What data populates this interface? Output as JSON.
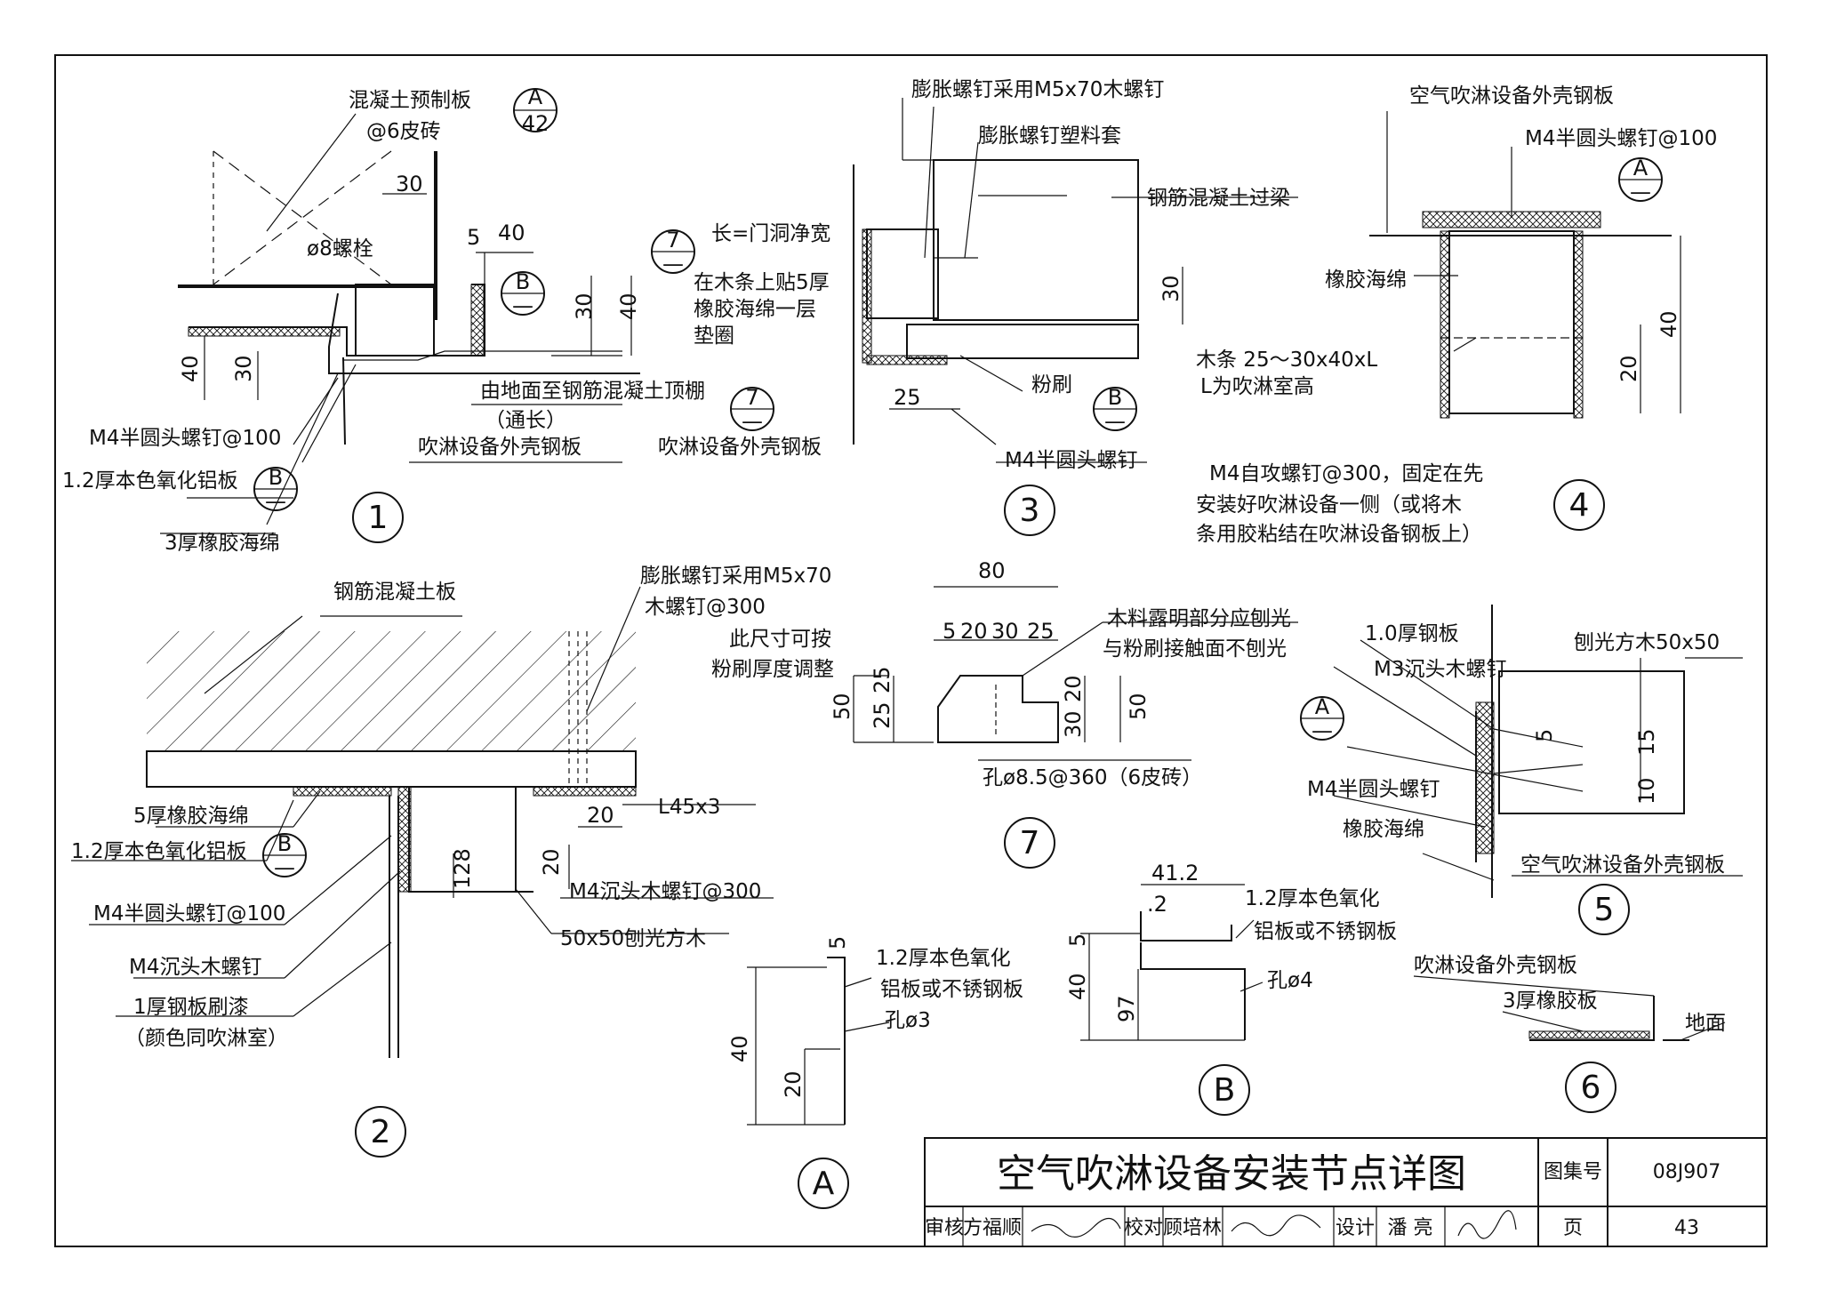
{
  "sheet": {
    "title": "空气吹淋设备安装节点详图",
    "atlas_label": "图集号",
    "atlas_no": "08J907",
    "page_label": "页",
    "page_no": "43",
    "review_label": "审核",
    "reviewer": "方福顺",
    "check_label": "校对",
    "checker": "顾培林",
    "design_label": "设计",
    "designer": "潘 亮"
  },
  "detail1": {
    "num": "1",
    "labels": [
      "混凝土预制板",
      "@6皮砖",
      "ø8螺栓",
      "由地面至钢筋混凝土顶棚",
      "（通长）",
      "M4半圆头螺钉@100",
      "吹淋设备外壳钢板",
      "1.2厚本色氧化铝板",
      "3厚橡胶海绵"
    ],
    "dims": [
      "30",
      "40",
      "30",
      "40",
      "40",
      "30"
    ],
    "refA": {
      "top": "A",
      "bottom": "42"
    },
    "refB": {
      "top": "B",
      "bottom": "—"
    },
    "refB2": {
      "top": "B",
      "bottom": "—"
    },
    "ref7": {
      "top": "7",
      "bottom": "—"
    },
    "dim5": "5"
  },
  "detail2": {
    "num": "2",
    "labels": [
      "钢筋混凝土板",
      "5厚橡胶海绵",
      "1.2厚本色氧化铝板",
      "M4半圆头螺钉@100",
      "M4沉头木螺钉",
      "1厚钢板刷漆",
      "（颜色同吹淋室）",
      "L45x3",
      "M4沉头木螺钉@300",
      "50x50刨光方木",
      "膨胀螺钉采用M5x70",
      "木螺钉@300"
    ],
    "dims": [
      "20",
      "20",
      "128"
    ],
    "refB": {
      "top": "B",
      "bottom": "—"
    }
  },
  "detail3": {
    "num": "3",
    "labels": [
      "膨胀螺钉采用M5x70木螺钉",
      "膨胀螺钉塑料套",
      "钢筋混凝土过梁",
      "长=门洞净宽",
      "在木条上贴5厚",
      "橡胶海绵一层",
      "垫圈",
      "粉刷",
      "吹淋设备外壳钢板",
      "M4半圆头螺钉"
    ],
    "dims": [
      "30",
      "25"
    ],
    "ref7": {
      "top": "7",
      "bottom": "—"
    },
    "refB": {
      "top": "B",
      "bottom": "—"
    }
  },
  "detail4": {
    "num": "4",
    "labels": [
      "空气吹淋设备外壳钢板",
      "M4半圆头螺钉@100",
      "橡胶海绵",
      "木条 25～30x40xL",
      "L为吹淋室高",
      "M4自攻螺钉@300，固定在先",
      "安装好吹淋设备一侧（或将木",
      "条用胶粘结在吹淋设备钢板上）"
    ],
    "dims": [
      "40",
      "20"
    ],
    "refA": {
      "top": "A",
      "bottom": "—"
    }
  },
  "detail5": {
    "num": "5",
    "labels": [
      "1.0厚钢板",
      "刨光方木50x50",
      "M3沉头木螺钉",
      "M4半圆头螺钉",
      "橡胶海绵",
      "空气吹淋设备外壳钢板"
    ],
    "dims": [
      "5",
      "15",
      "10"
    ],
    "refA": {
      "top": "A",
      "bottom": "—"
    }
  },
  "detail6": {
    "num": "6",
    "labels": [
      "吹淋设备外壳钢板",
      "3厚橡胶板",
      "地面"
    ]
  },
  "detail7": {
    "num": "7",
    "labels": [
      "此尺寸可按",
      "粉刷厚度调整",
      "木料露明部分应刨光",
      "与粉刷接触面不刨光",
      "孔ø8.5@360（6皮砖）"
    ],
    "dims": [
      "80",
      "5",
      "20",
      "30",
      "25",
      "50",
      "25",
      "25",
      "20",
      "30",
      "50"
    ]
  },
  "detailA": {
    "num": "A",
    "labels": [
      "1.2厚本色氧化",
      "铝板或不锈钢板",
      "孔ø3"
    ],
    "dims": [
      "5",
      "40",
      "20"
    ]
  },
  "detailB": {
    "num": "B",
    "labels": [
      "1.2厚本色氧化",
      "铝板或不锈钢板",
      "孔ø4"
    ],
    "dims": [
      "41.2",
      ".2",
      "5",
      "40",
      "97"
    ]
  }
}
